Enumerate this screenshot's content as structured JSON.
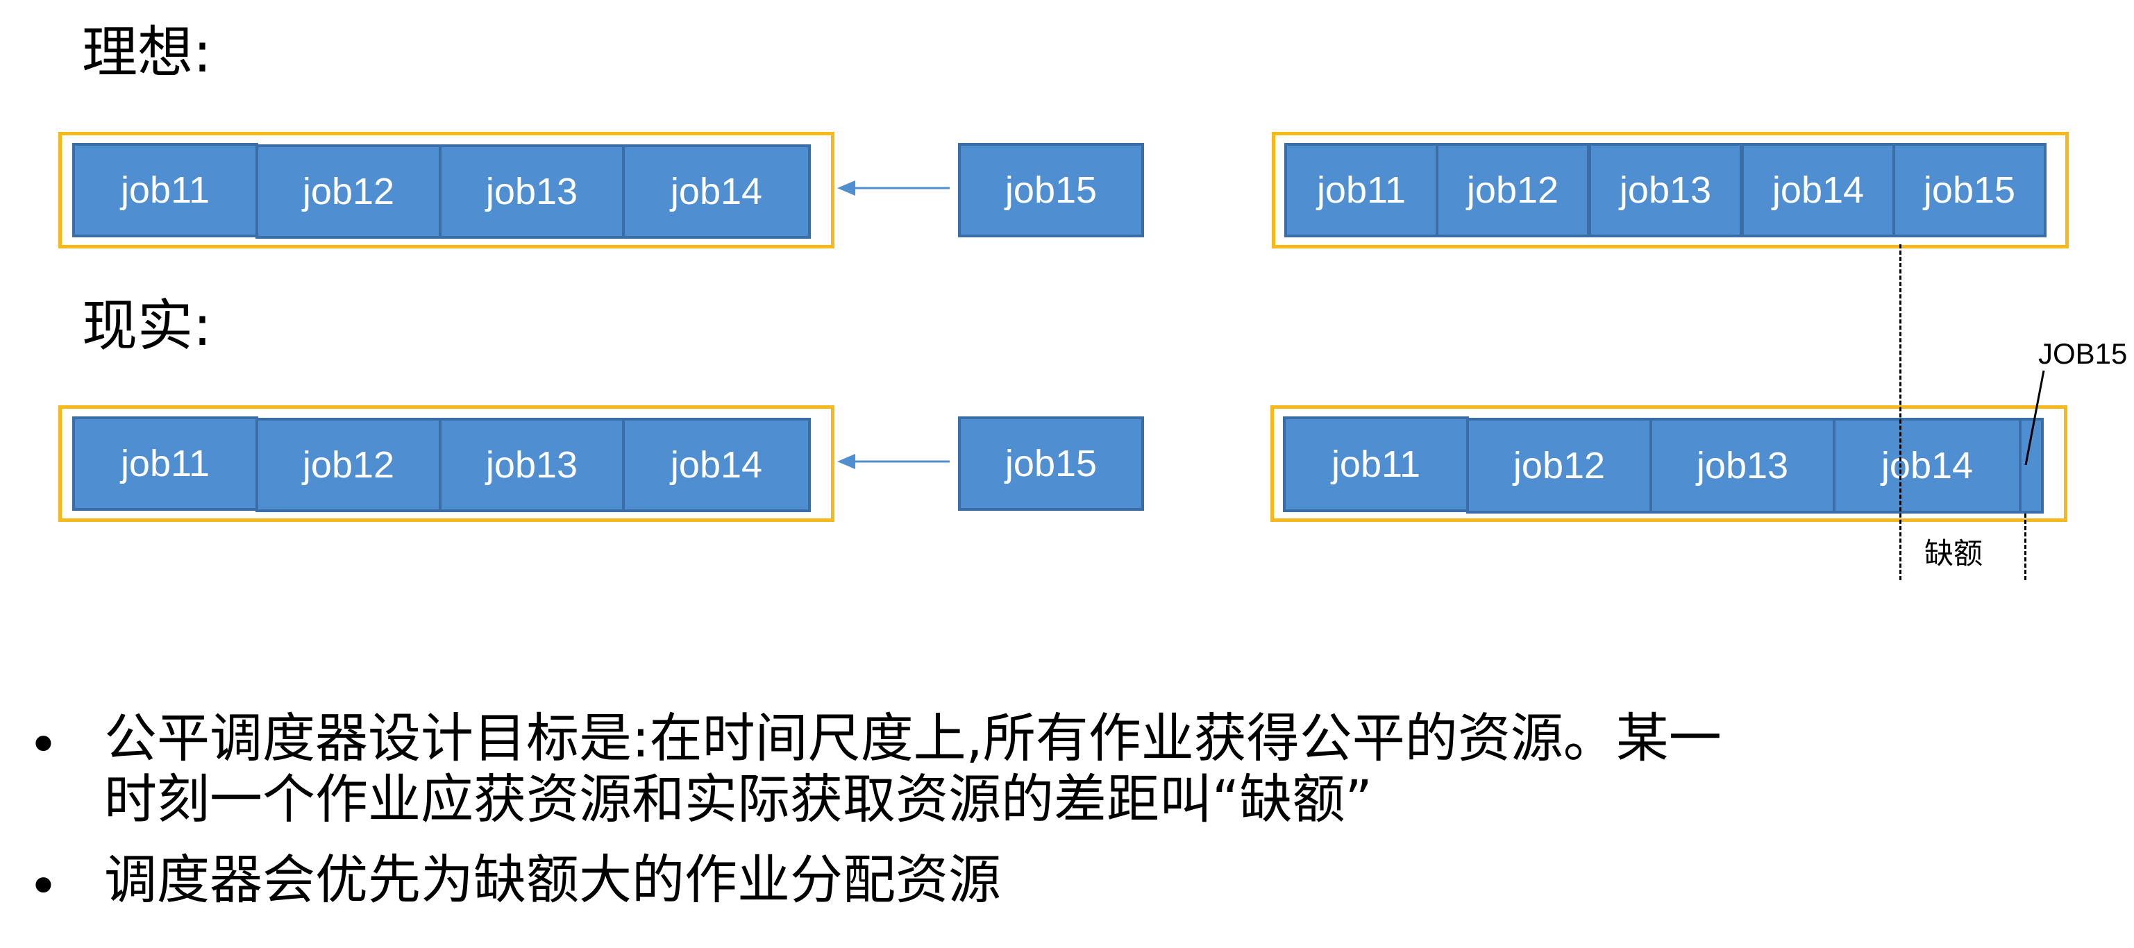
{
  "headings": {
    "ideal": "理想:",
    "reality": "现实:"
  },
  "ideal_queue": {
    "jobs": [
      "job11",
      "job12",
      "job13",
      "job14"
    ]
  },
  "ideal_incoming": "job15",
  "ideal_result": {
    "jobs": [
      "job11",
      "job12",
      "job13",
      "job14",
      "job15"
    ]
  },
  "reality_queue": {
    "jobs": [
      "job11",
      "job12",
      "job13",
      "job14"
    ]
  },
  "reality_incoming": "job15",
  "reality_result": {
    "jobs": [
      "job11",
      "job12",
      "job13",
      "job14"
    ],
    "callout": "JOB15",
    "deficit_label": "缺额"
  },
  "bullets": [
    {
      "lines": [
        "公平调度器设计目标是:在时间尺度上,所有作业获得公平的资源。某一",
        "时刻一个作业应获资源和实际获取资源的差距叫“缺额”"
      ]
    },
    {
      "lines": [
        "调度器会优先为缺额大的作业分配资源"
      ]
    }
  ],
  "colors": {
    "job_fill": "#4f8ed0",
    "job_border": "#3a6ea6",
    "frame": "#f7b81a",
    "arrow": "#4f8ed0"
  }
}
